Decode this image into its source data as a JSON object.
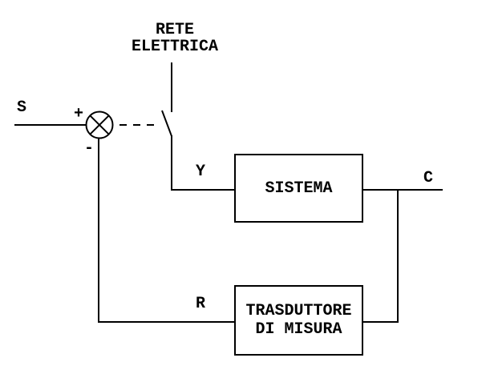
{
  "diagram": {
    "colors": {
      "background": "#ffffff",
      "line": "#000000"
    },
    "labels": {
      "input": "S",
      "plus": "+",
      "minus": "-",
      "network": "RETE\nELETTRICA",
      "switch_output": "Y",
      "system": "SISTEMA",
      "output": "C",
      "feedback": "R",
      "transducer": "TRASDUTTORE\nDI MISURA"
    }
  }
}
